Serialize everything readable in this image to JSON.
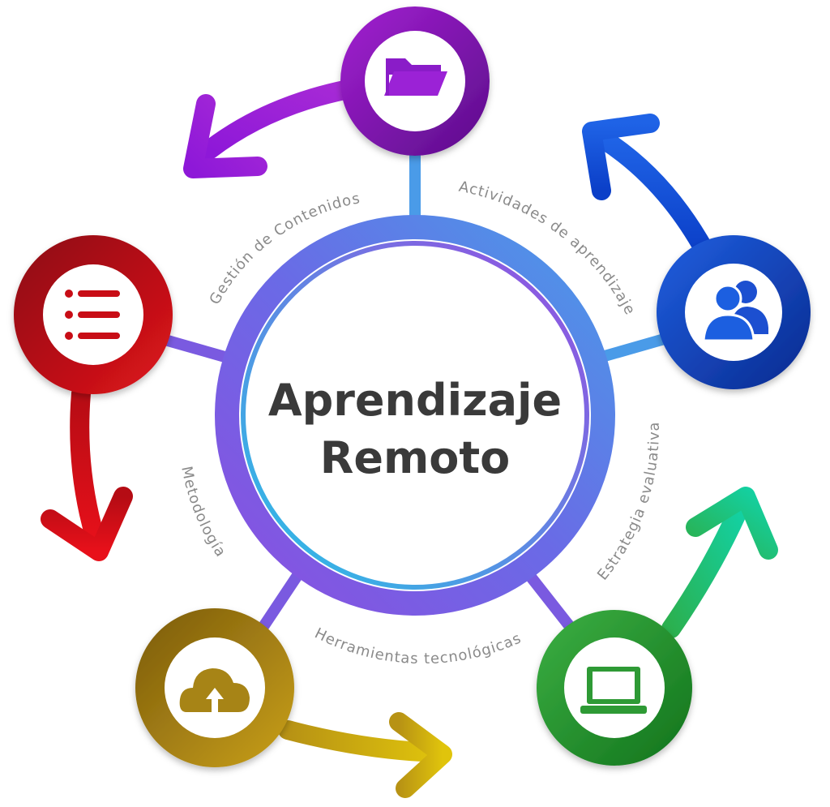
{
  "center": {
    "line1": "Aprendizaje",
    "line2": "Remoto"
  },
  "nodes": [
    {
      "key": "content",
      "label": "Gestión de Contenidos",
      "icon": "folder-icon",
      "color_light": "#a21fd1",
      "color_dark": "#5b0d8a"
    },
    {
      "key": "activities",
      "label": "Actividades de aprendizaje",
      "icon": "users-icon",
      "color_light": "#1f5fe0",
      "color_dark": "#0a2a8f"
    },
    {
      "key": "evaluation",
      "label": "Estrategia evaluativa",
      "icon": "laptop-icon",
      "color_light": "#3cb043",
      "color_dark": "#12731c"
    },
    {
      "key": "tools",
      "label": "Herramientas tecnológicas",
      "icon": "cloud-upload-icon",
      "color_light": "#c9a01a",
      "color_dark": "#7a5a0c"
    },
    {
      "key": "methodology",
      "label": "Metodología",
      "icon": "list-icon",
      "color_light": "#e0141c",
      "color_dark": "#8c0a10"
    }
  ],
  "colors": {
    "ring_outer_start": "#8a4fe0",
    "ring_outer_end": "#4a9be8",
    "ring_inner": "#27c3e6",
    "center_text": "#3a3a3a",
    "label_text": "#8a8a8a",
    "connector_purple": "#7a5ae0",
    "connector_blue": "#4a9be8",
    "arrow_teal": "#12c99a"
  }
}
